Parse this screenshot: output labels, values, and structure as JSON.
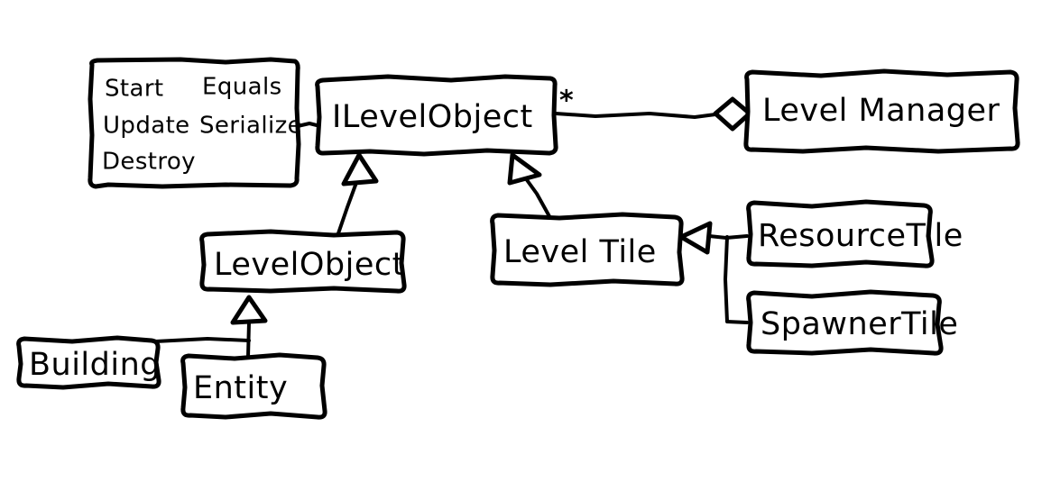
{
  "diagram": {
    "title": "Level Object UML Class Diagram",
    "style": "hand-drawn-sketch",
    "stroke_color": "#000000",
    "background_color": "#ffffff",
    "note": {
      "name": "ILevelObject members note",
      "lines": [
        {
          "left": "Start",
          "right": "Equals"
        },
        {
          "left": "Update",
          "right": "Serialize"
        },
        {
          "left": "Destroy",
          "right": ""
        }
      ]
    },
    "classes": [
      {
        "id": "ilevelobject",
        "label": "ILevelObject",
        "kind": "interface"
      },
      {
        "id": "levelmanager",
        "label": "Level Manager",
        "kind": "class"
      },
      {
        "id": "levelobject",
        "label": "LevelObject",
        "kind": "class"
      },
      {
        "id": "leveltile",
        "label": "Level Tile",
        "kind": "class"
      },
      {
        "id": "resourcetile",
        "label": "ResourceTile",
        "kind": "class"
      },
      {
        "id": "spawnertile",
        "label": "SpawnerTile",
        "kind": "class"
      },
      {
        "id": "building",
        "label": "Building",
        "kind": "class"
      },
      {
        "id": "entity",
        "label": "Entity",
        "kind": "class"
      }
    ],
    "multiplicity": {
      "ilevelobject_to_levelmanager": "*"
    },
    "relationships": [
      {
        "from": "levelmanager",
        "to": "ilevelobject",
        "type": "aggregation",
        "multiplicity": "*"
      },
      {
        "from": "levelobject",
        "to": "ilevelobject",
        "type": "realization"
      },
      {
        "from": "leveltile",
        "to": "ilevelobject",
        "type": "realization"
      },
      {
        "from": "building",
        "to": "levelobject",
        "type": "inheritance"
      },
      {
        "from": "entity",
        "to": "levelobject",
        "type": "inheritance"
      },
      {
        "from": "resourcetile",
        "to": "leveltile",
        "type": "inheritance"
      },
      {
        "from": "spawnertile",
        "to": "leveltile",
        "type": "inheritance"
      },
      {
        "from": "note",
        "to": "ilevelobject",
        "type": "note-link"
      }
    ]
  }
}
